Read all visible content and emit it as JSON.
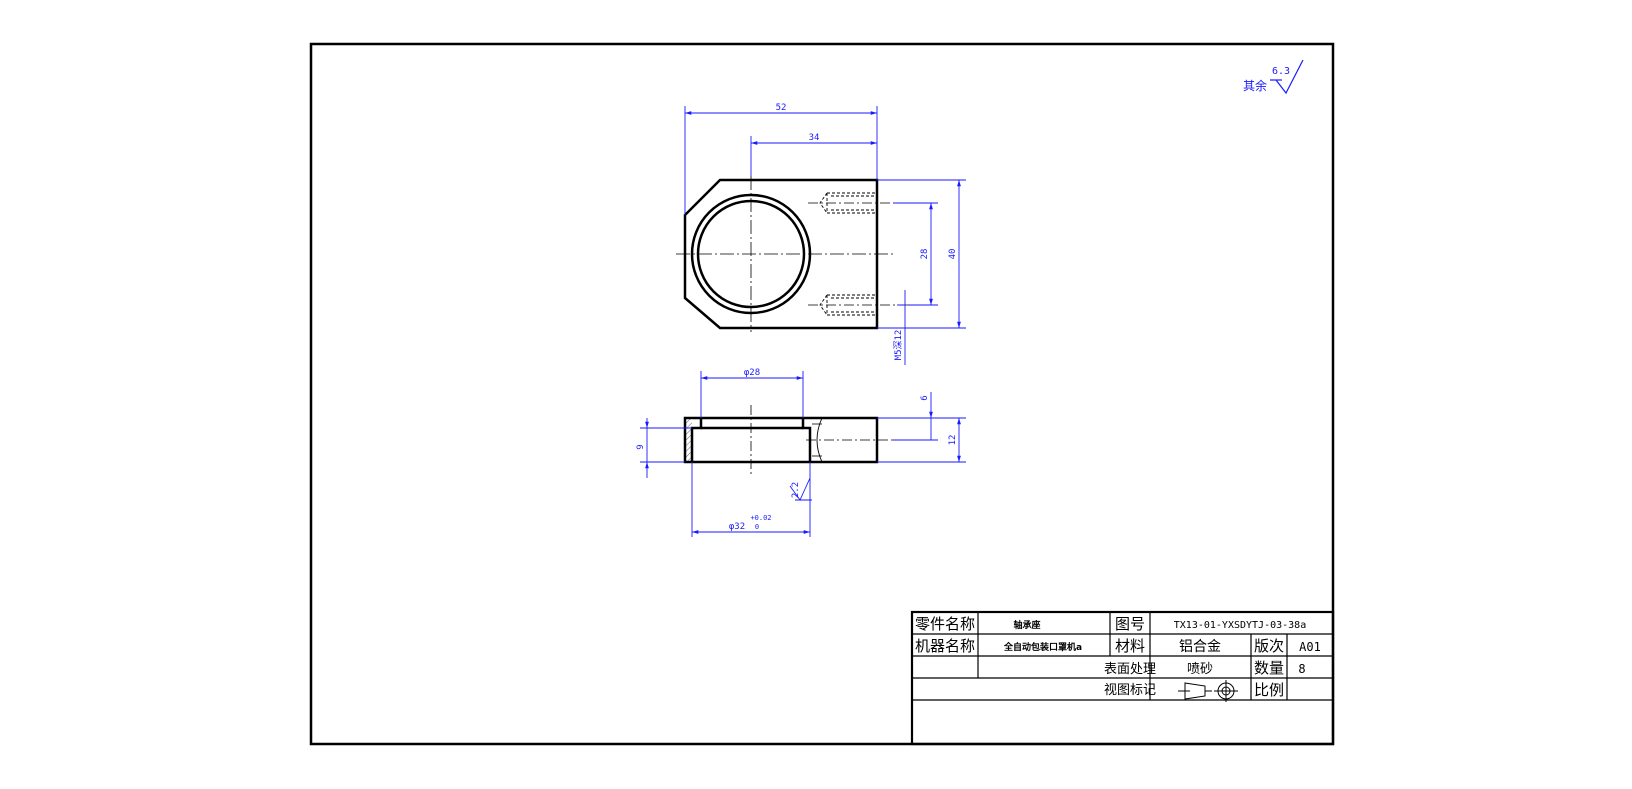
{
  "surface_note": {
    "label": "其余",
    "roughness": "6.3"
  },
  "dimensions": {
    "width_52": "52",
    "width_34": "34",
    "height_40": "40",
    "spacing_28": "28",
    "thread": "M5深12",
    "dia_28": "φ28",
    "dia_32": "φ32",
    "tol_upper": "+0.02",
    "tol_lower": "0",
    "depth_6": "6",
    "thick_12": "12",
    "height_9": "9",
    "roughness_2_2": "2.2"
  },
  "title_block": {
    "part_name_label": "零件名称",
    "part_name_value": "轴承座",
    "drawing_no_label": "图号",
    "drawing_no_value": "TX13-01-YXSDYTJ-03-38a",
    "machine_label": "机器名称",
    "machine_value": "全自动包装口罩机a",
    "material_label": "材料",
    "material_value": "铝合金",
    "revision_label": "版次",
    "revision_value": "A01",
    "surface_label": "表面处理",
    "surface_value": "喷砂",
    "quantity_label": "数量",
    "quantity_value": "8",
    "view_label": "视图标记",
    "scale_label": "比例"
  },
  "colors": {
    "dimension": "#1a1aff",
    "outline": "#000000"
  }
}
